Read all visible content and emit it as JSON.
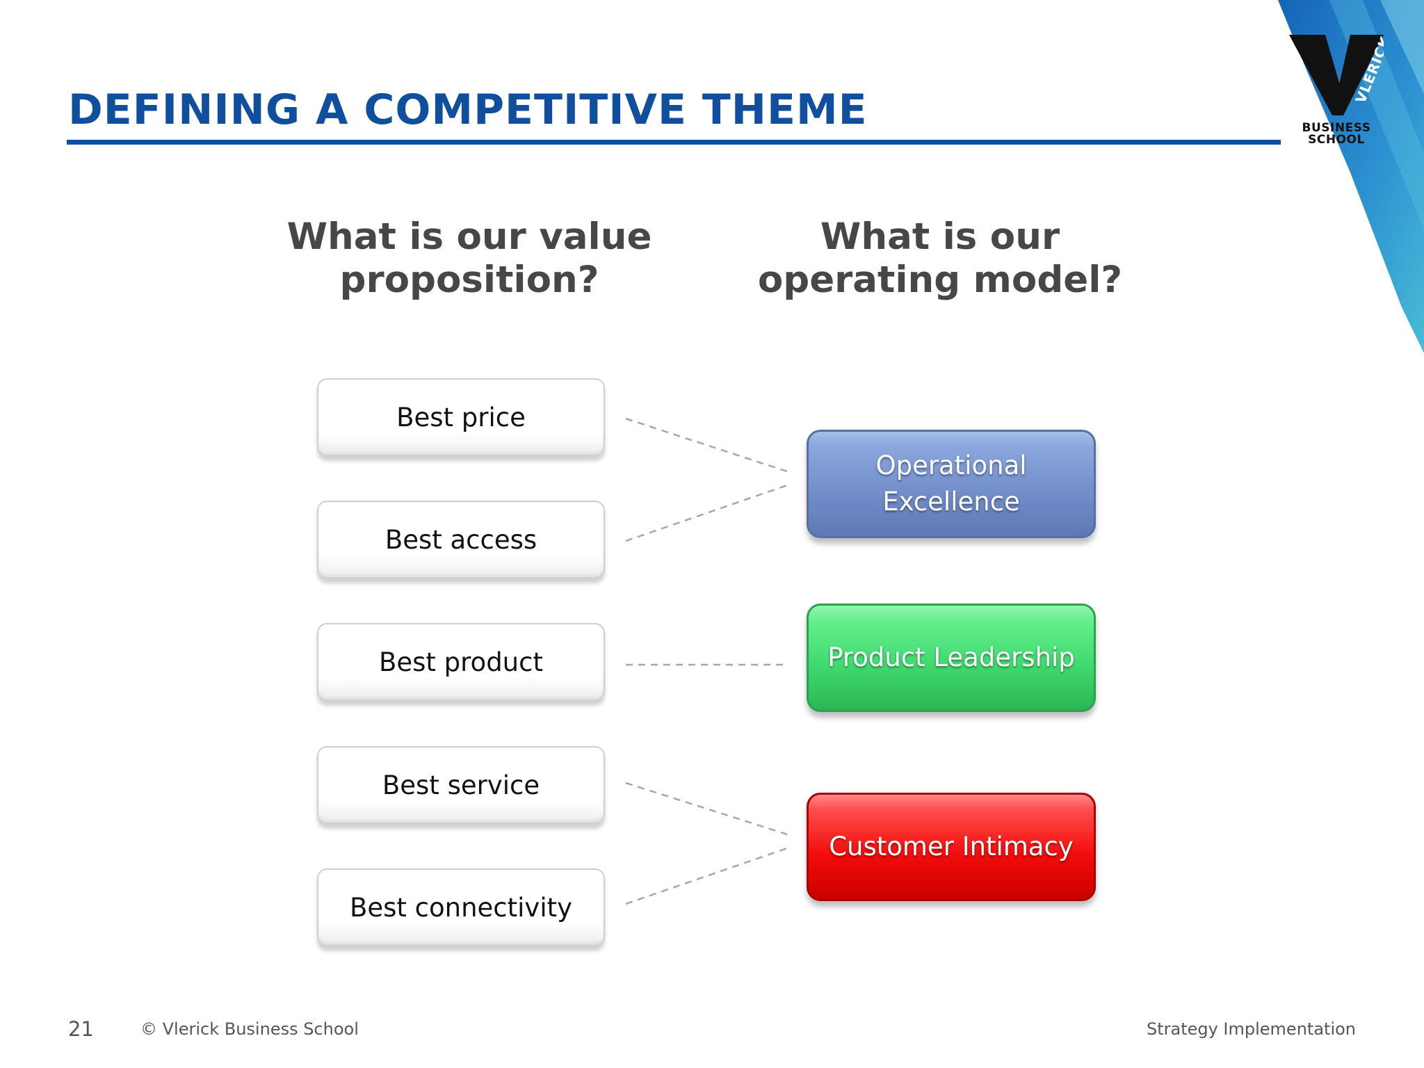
{
  "slide": {
    "title": "DEFINING A COMPETITIVE THEME",
    "page_number": "21",
    "copyright": "© Vlerick Business School",
    "course": "Strategy Implementation"
  },
  "logo": {
    "word": "VLERICK",
    "line1": "BUSINESS",
    "line2": "SCHOOL"
  },
  "columns": {
    "left_heading": "What is our value proposition?",
    "right_heading": "What is our operating model?"
  },
  "value_propositions": [
    {
      "label": "Best price"
    },
    {
      "label": "Best access"
    },
    {
      "label": "Best product"
    },
    {
      "label": "Best service"
    },
    {
      "label": "Best connectivity"
    }
  ],
  "operating_models": [
    {
      "label": "Operational Excellence",
      "color": "#7390cc",
      "from": [
        0,
        1
      ]
    },
    {
      "label": "Product Leadership",
      "color": "#3fd96e",
      "from": [
        2
      ]
    },
    {
      "label": "Customer Intimacy",
      "color": "#f20c0c",
      "from": [
        3,
        4
      ]
    }
  ],
  "colors": {
    "title_blue": "#0f4f9e",
    "corner_cyan": "#2aa2d0",
    "corner_blue": "#1676c4"
  }
}
